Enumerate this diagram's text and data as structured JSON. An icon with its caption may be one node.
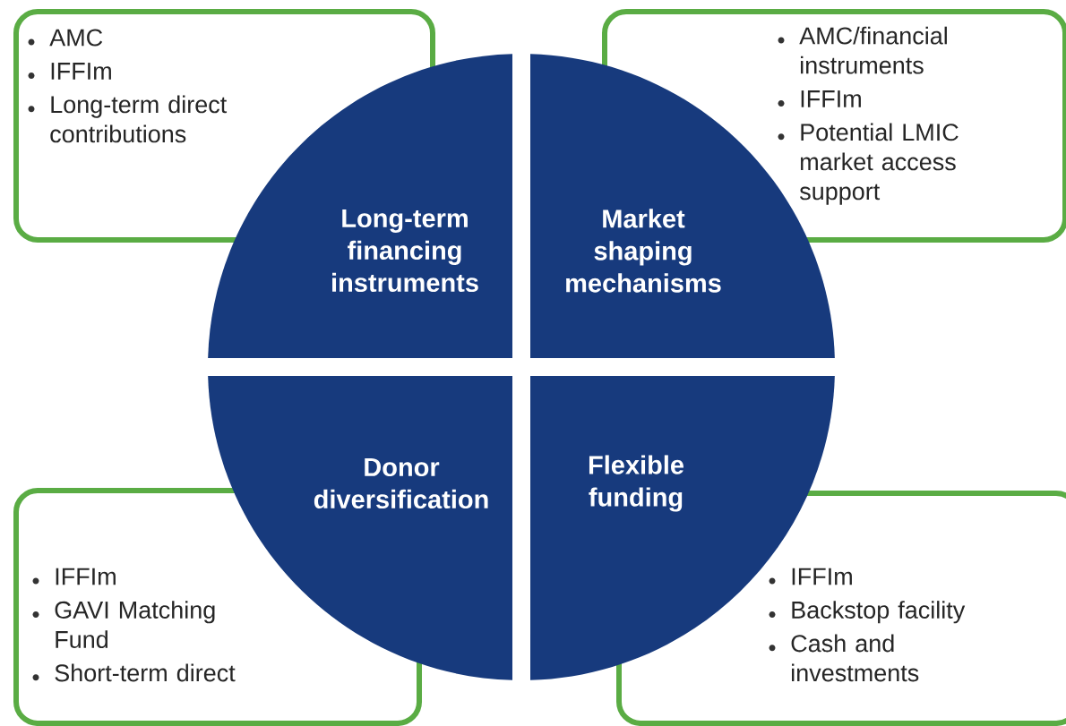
{
  "diagram": {
    "nodes": [
      {
        "text": [
          "AMC",
          "IFFIm",
          "Long-term direct contributions"
        ]
      },
      {
        "text": [
          "AMC/financial instruments",
          "IFFIm",
          "Potential LMIC market access support"
        ]
      },
      {
        "text": [
          "IFFIm",
          "GAVI Matching Fund",
          "Short-term direct"
        ]
      },
      {
        "text": [
          "IFFIm",
          "Backstop facility",
          "Cash and investments"
        ]
      },
      {
        "text": [
          "Long-term financing instruments"
        ]
      },
      {
        "text": [
          "Market shaping mechanisms"
        ]
      },
      {
        "text": [
          "Donor diversification"
        ]
      },
      {
        "text": [
          "Flexible funding"
        ]
      }
    ]
  }
}
